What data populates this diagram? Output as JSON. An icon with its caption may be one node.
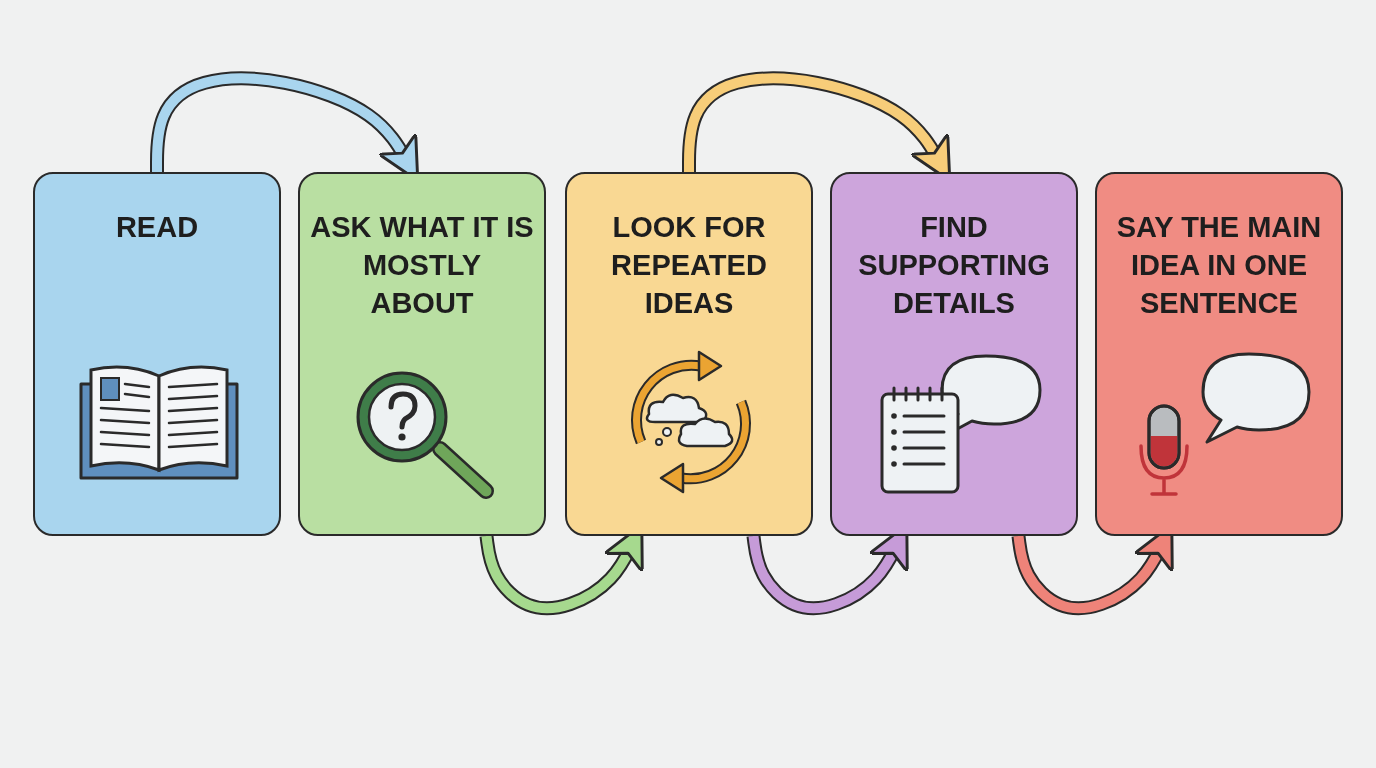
{
  "diagram": {
    "nodes": [
      {
        "text": [
          "READ"
        ]
      },
      {
        "text": [
          "ASK WHAT IT IS MOSTLY ABOUT"
        ]
      },
      {
        "text": [
          "LOOK FOR REPEATED IDEAS"
        ]
      },
      {
        "text": [
          "FIND SUPPORTING DETAILS"
        ]
      },
      {
        "text": [
          "SAY THE MAIN IDEA IN ONE SENTENCE"
        ]
      }
    ],
    "edges": [
      {
        "from": 0,
        "to": 1,
        "arrow": "to",
        "color": "#a9d5ee"
      },
      {
        "from": 1,
        "to": 2,
        "arrow": "to",
        "color": "#a6d98e"
      },
      {
        "from": 2,
        "to": 3,
        "arrow": "to",
        "color": "#f7cd79"
      },
      {
        "from": 2,
        "to": 3,
        "arrow": "to",
        "color": "#c69bd8"
      },
      {
        "from": 3,
        "to": 4,
        "arrow": "to",
        "color": "#ee8379"
      }
    ]
  }
}
